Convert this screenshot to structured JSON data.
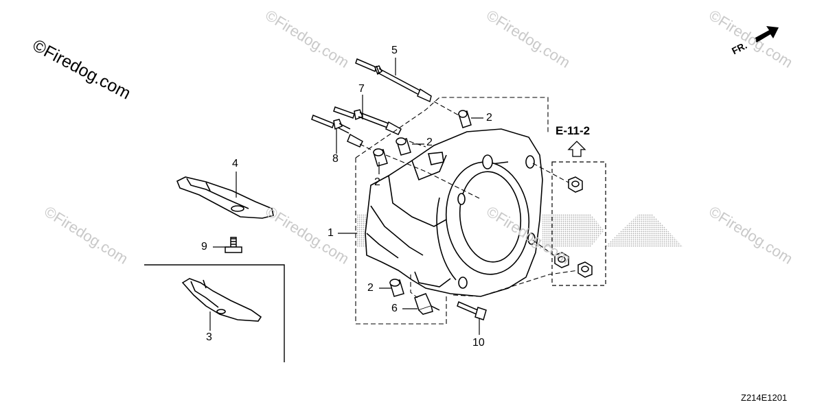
{
  "watermark": "©Firedog.com",
  "direction_label": "FR.",
  "reference_label": "E-11-2",
  "diagram_code": "Z214E1201",
  "callouts": {
    "c1": "1",
    "c2a": "2",
    "c2b": "2",
    "c2c": "2",
    "c2d": "2",
    "c3": "3",
    "c4": "4",
    "c5": "5",
    "c6": "6",
    "c7": "7",
    "c8": "8",
    "c9": "9",
    "c10": "10"
  },
  "icons": {
    "direction_arrow": "arrow-icon",
    "reference_arrow": "up-arrow-icon",
    "honda_logo": "honda-wordmark"
  }
}
